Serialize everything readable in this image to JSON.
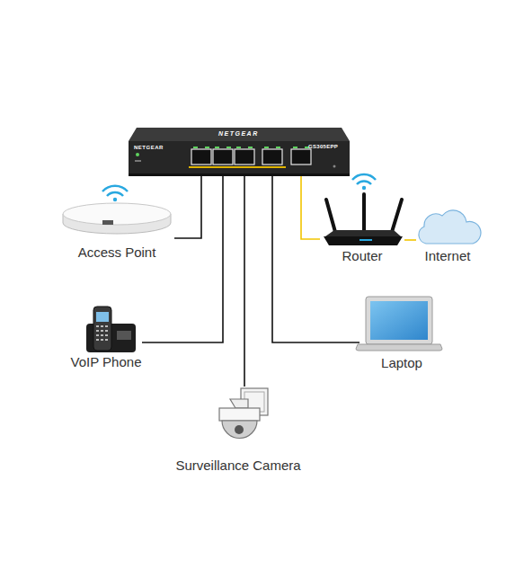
{
  "diagram": {
    "nodes": [
      {
        "text": [
          "NETGEAR",
          "NETGEAR",
          "GS305EPP"
        ]
      },
      {
        "text": [
          "Access Point"
        ]
      },
      {
        "text": [
          "Router"
        ]
      },
      {
        "text": [
          "Internet"
        ]
      },
      {
        "text": [
          "VoIP Phone"
        ]
      },
      {
        "text": [
          "Laptop"
        ]
      },
      {
        "text": [
          "Surveillance Camera"
        ]
      }
    ],
    "edges": [
      {
        "from": 0,
        "to": 1,
        "arrow": "none"
      },
      {
        "from": 0,
        "to": 4,
        "arrow": "none"
      },
      {
        "from": 0,
        "to": 6,
        "arrow": "none"
      },
      {
        "from": 0,
        "to": 5,
        "arrow": "none"
      },
      {
        "from": 0,
        "to": 2,
        "arrow": "none"
      },
      {
        "from": 2,
        "to": 3,
        "arrow": "none"
      }
    ]
  }
}
